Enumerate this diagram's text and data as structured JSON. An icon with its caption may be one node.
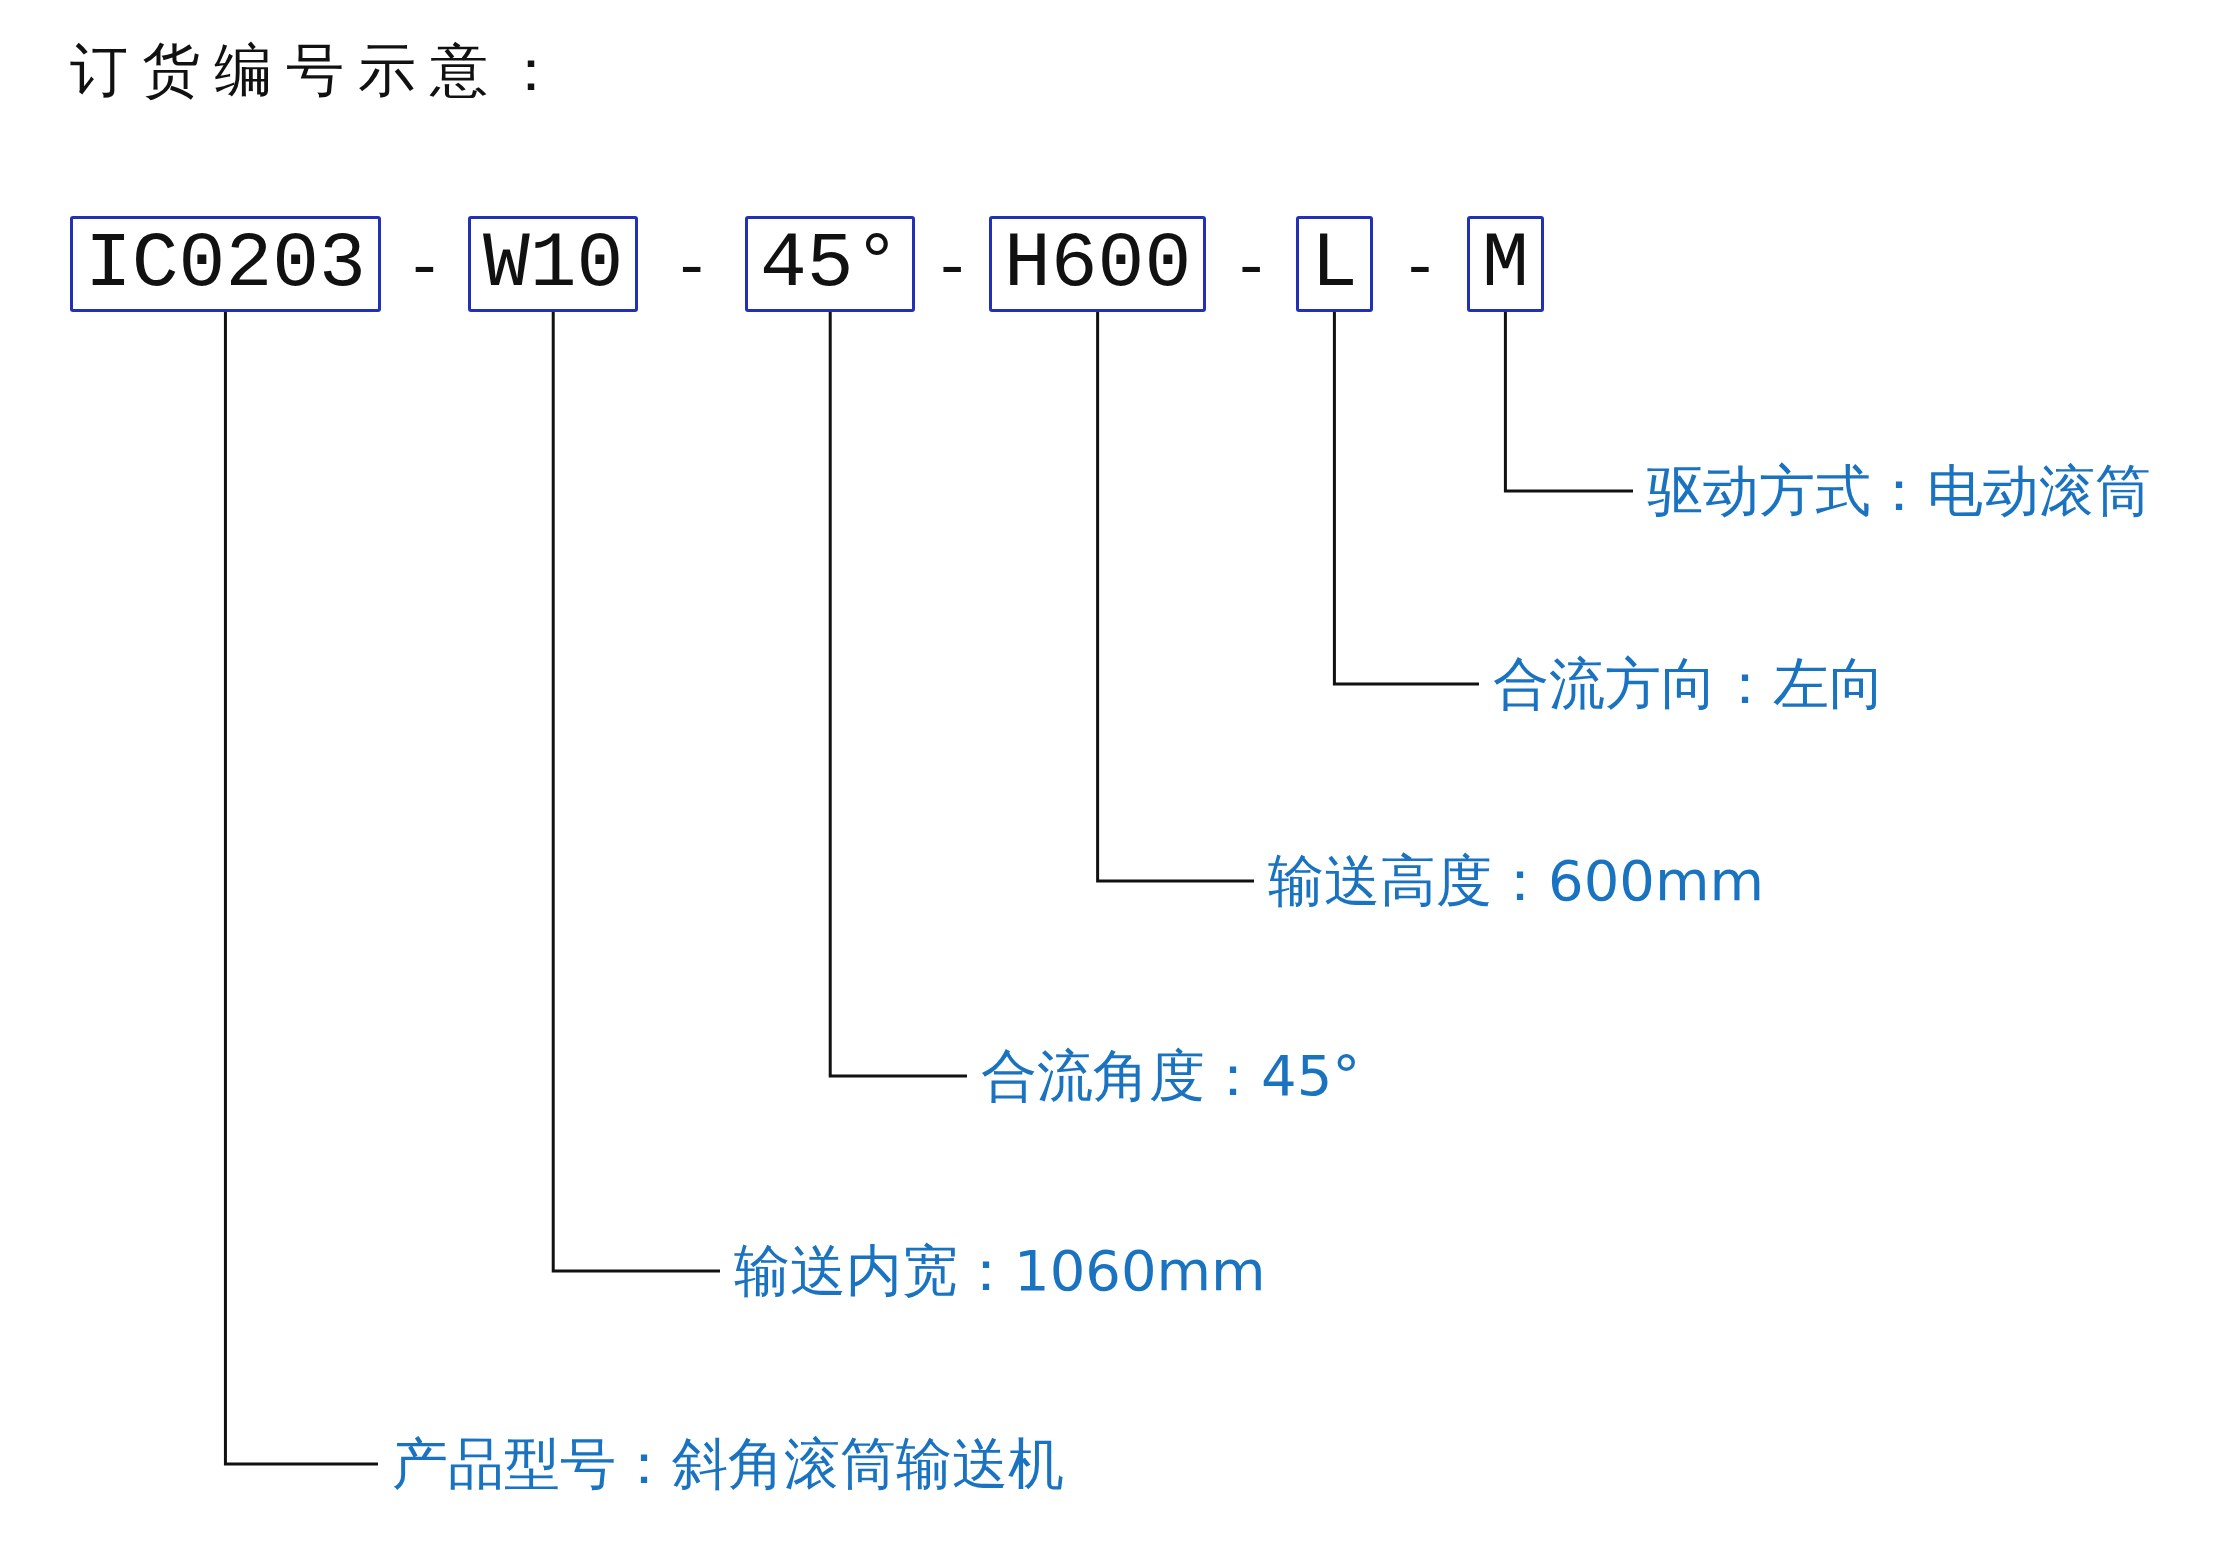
{
  "diagram": {
    "title": "订货编号示意：",
    "nodes": [
      {
        "text": [
          "IC0203"
        ]
      },
      {
        "text": [
          "W10"
        ]
      },
      {
        "text": [
          "45°"
        ]
      },
      {
        "text": [
          "H600"
        ]
      },
      {
        "text": [
          "L"
        ]
      },
      {
        "text": [
          "M"
        ]
      },
      {
        "text": [
          "驱动方式：电动滚筒"
        ]
      },
      {
        "text": [
          "合流方向：左向"
        ]
      },
      {
        "text": [
          "输送高度：600mm"
        ]
      },
      {
        "text": [
          "合流角度：45°"
        ]
      },
      {
        "text": [
          "输送内宽：1060mm"
        ]
      },
      {
        "text": [
          "产品型号：斜角滚筒输送机"
        ]
      }
    ],
    "edges": [
      {
        "from": 0,
        "to": 11,
        "arrow": "none"
      },
      {
        "from": 1,
        "to": 10,
        "arrow": "none"
      },
      {
        "from": 2,
        "to": 9,
        "arrow": "none"
      },
      {
        "from": 3,
        "to": 8,
        "arrow": "none"
      },
      {
        "from": 4,
        "to": 7,
        "arrow": "none"
      },
      {
        "from": 5,
        "to": 6,
        "arrow": "none"
      }
    ],
    "labels": [
      "-",
      "-",
      "-",
      "-",
      "-"
    ]
  }
}
